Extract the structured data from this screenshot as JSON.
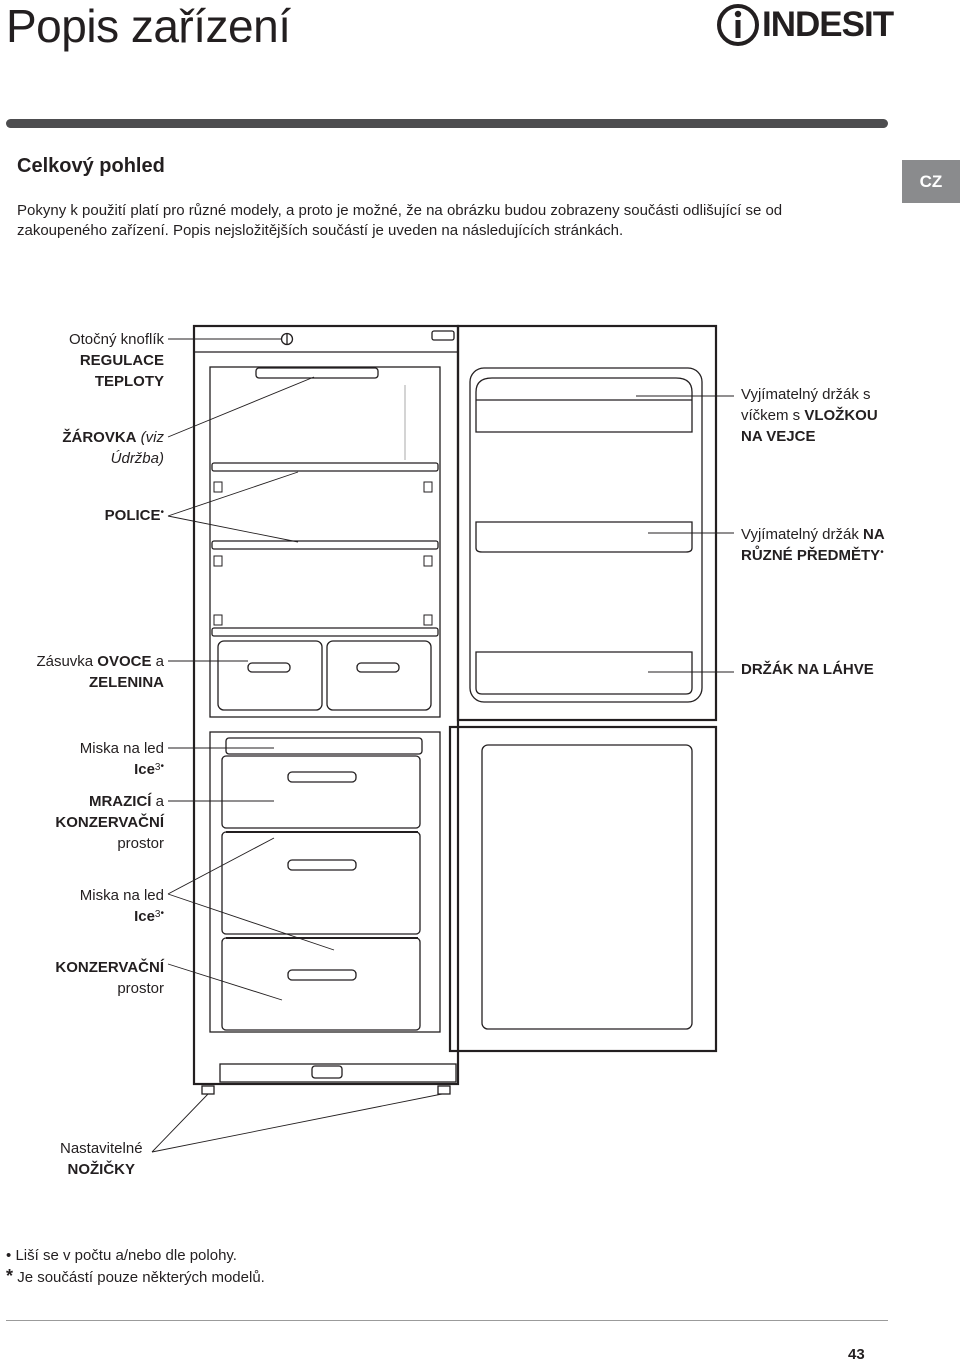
{
  "header": {
    "title": "Popis zařízení",
    "brand": "INDESIT"
  },
  "language_tab": "CZ",
  "section": {
    "heading": "Celkový pohled",
    "intro_line1": "Pokyny k použití platí pro různé modely, a proto je možné, že na obrázku budou zobrazeny součásti odlišující se od",
    "intro_line2": "zakoupeného zařízení. Popis nejsložitějších součástí je uveden na následujících stránkách."
  },
  "labels": {
    "knob_l1": "Otočný knoflík",
    "knob_l2": "REGULACE",
    "knob_l3": "TEPLOTY",
    "bulb_bold": "ŽÁROVKA",
    "bulb_rest": "(viz",
    "bulb_l2": "Údržba)",
    "shelf": "POLICE",
    "crisper_a": "Zásuvka ",
    "crisper_b": "OVOCE",
    "crisper_c": " a",
    "crisper_l2": "ZELENINA",
    "ice1_l1": "Miska na led",
    "ice1_l2": "Ice",
    "freezer_a": "MRAZICÍ",
    "freezer_b": " a",
    "freezer_l2": "KONZERVAČNÍ",
    "freezer_l3": "prostor",
    "ice2_l1": "Miska na led",
    "ice2_l2": "Ice",
    "storage_l1": "KONZERVAČNÍ",
    "storage_l2": "prostor",
    "feet_l1": "Nastavitelné",
    "feet_l2": "NOŽIČKY",
    "egg_l1": "Vyjímatelný držák s",
    "egg_l2a": "víčkem s ",
    "egg_l2b": "VLOŽKOU",
    "egg_l3": "NA VEJCE",
    "misc_l1a": "Vyjímatelný držák ",
    "misc_l1b": "NA",
    "misc_l2": "RŮZNÉ PŘEDMĚTY",
    "bottle": "DRŽÁK NA LÁHVE",
    "superscript": "3",
    "bullet": "•"
  },
  "footnotes": {
    "bullet_symbol": "•",
    "bullet_text": "Liší se v počtu a/nebo dle polohy.",
    "star_symbol": "*",
    "star_text": "Je součástí pouze některých  modelů."
  },
  "page_number": "43"
}
